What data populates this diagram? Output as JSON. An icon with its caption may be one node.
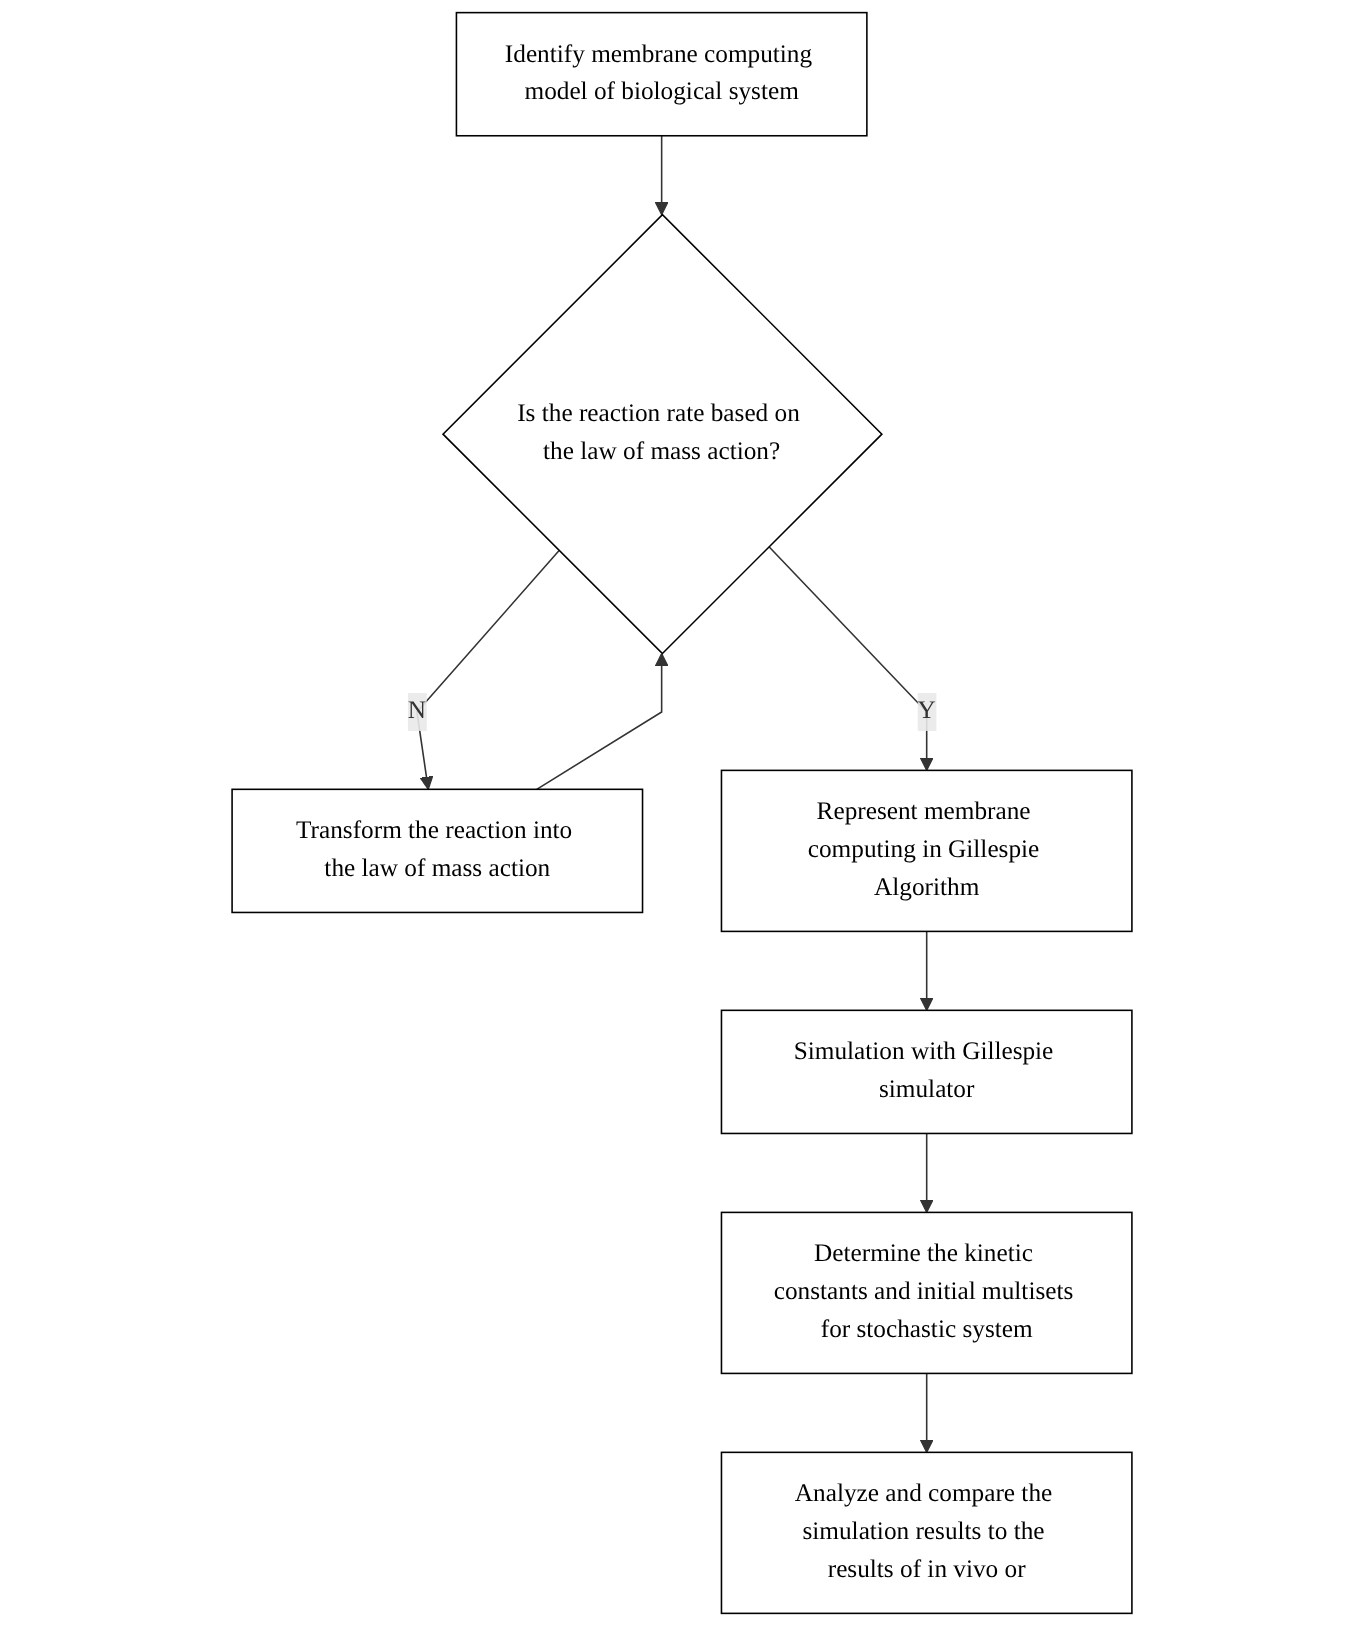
{
  "diagram": {
    "nodes": [
      {
        "text": [
          "Identify membrane computing model of biological system"
        ]
      },
      {
        "text": [
          "Is the reaction rate based on the law of mass action?"
        ]
      },
      {
        "text": [
          "Transform the reaction into the law of mass action"
        ]
      },
      {
        "text": [
          "Represent membrane computing in Gillespie Algorithm"
        ]
      },
      {
        "text": [
          "Simulation with Gillespie simulator"
        ]
      },
      {
        "text": [
          "Determine the kinetic constants and initial multisets for stochastic system"
        ]
      },
      {
        "text": [
          "Analyze and compare the simulation results to the results of in vivo or"
        ]
      }
    ],
    "edges": [
      {
        "from": 0,
        "to": 1,
        "arrow": "to"
      },
      {
        "from": 1,
        "to": 2,
        "arrow": "to",
        "label": "N"
      },
      {
        "from": 2,
        "to": 1,
        "arrow": "to"
      },
      {
        "from": 1,
        "to": 3,
        "arrow": "to",
        "label": "Y"
      },
      {
        "from": 3,
        "to": 4,
        "arrow": "to"
      },
      {
        "from": 4,
        "to": 5,
        "arrow": "to"
      },
      {
        "from": 5,
        "to": 6,
        "arrow": "to"
      }
    ]
  }
}
